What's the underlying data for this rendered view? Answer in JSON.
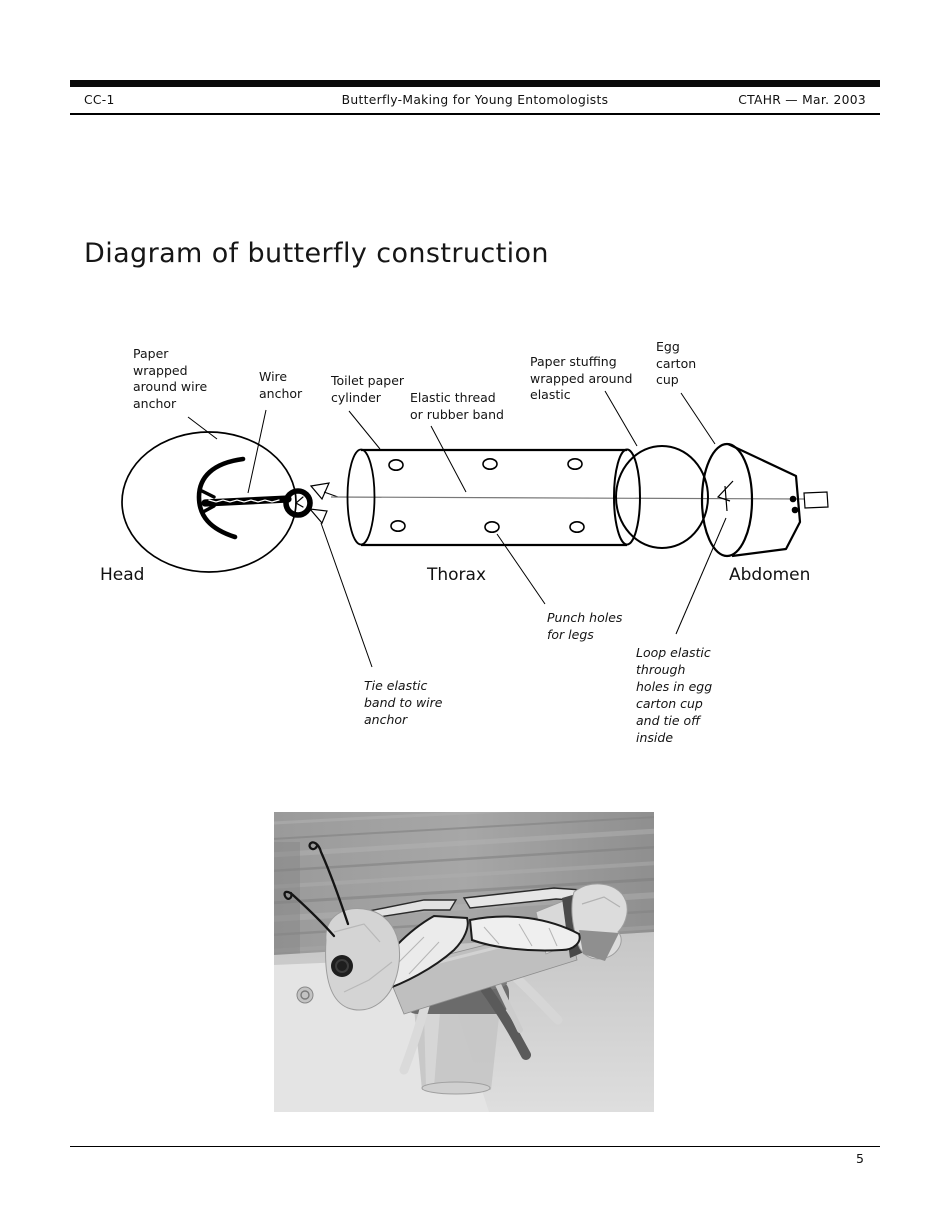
{
  "header": {
    "doc_code": "CC-1",
    "doc_title": "Butterfly-Making for Young Entomologists",
    "doc_source": "CTAHR — Mar. 2003"
  },
  "title": "Diagram of butterfly construction",
  "diagram": {
    "labels": {
      "paper_wrapped": "Paper\nwrapped\naround wire\nanchor",
      "wire_anchor": "Wire\nanchor",
      "toilet_paper": "Toilet paper\ncylinder",
      "elastic_thread": "Elastic thread\nor rubber band",
      "paper_stuffing": "Paper stuffing\nwrapped around\nelastic",
      "egg_carton": "Egg\ncarton\ncup"
    },
    "parts": {
      "head": "Head",
      "thorax": "Thorax",
      "abdomen": "Abdomen"
    },
    "notes": {
      "tie_elastic": "Tie elastic\nband to wire\nanchor",
      "punch_holes": "Punch holes\nfor legs",
      "loop_elastic": "Loop elastic\nthrough\nholes in egg\ncarton cup\nand tie off\ninside"
    },
    "colors": {
      "ink": "#000000",
      "elastic_line": "#777777"
    }
  },
  "footer": {
    "page_number": "5"
  }
}
